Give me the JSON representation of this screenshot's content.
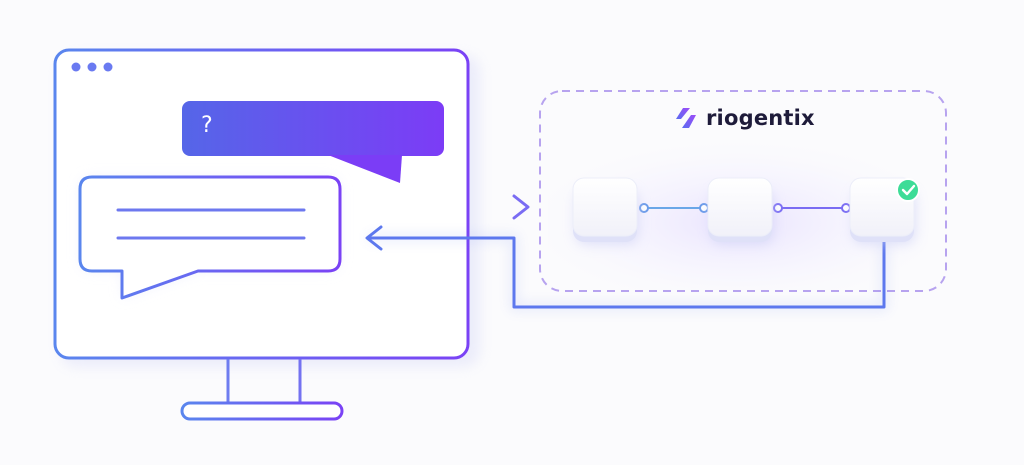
{
  "brand": {
    "name": "riogentix",
    "logo_icon": "stacked-chevron-logo-icon"
  },
  "chat": {
    "question_text": "?"
  },
  "workflow": {
    "step_count": 3,
    "final_step_status": "complete",
    "status_icon": "check-icon"
  },
  "colors": {
    "accent_blue": "#5a7cf0",
    "accent_purple": "#8a4cf7",
    "gradient_start": "#5a86ee",
    "gradient_end": "#7c3cf6",
    "dashed_border": "#b7a3ef",
    "check_badge": "#3ddc97"
  }
}
